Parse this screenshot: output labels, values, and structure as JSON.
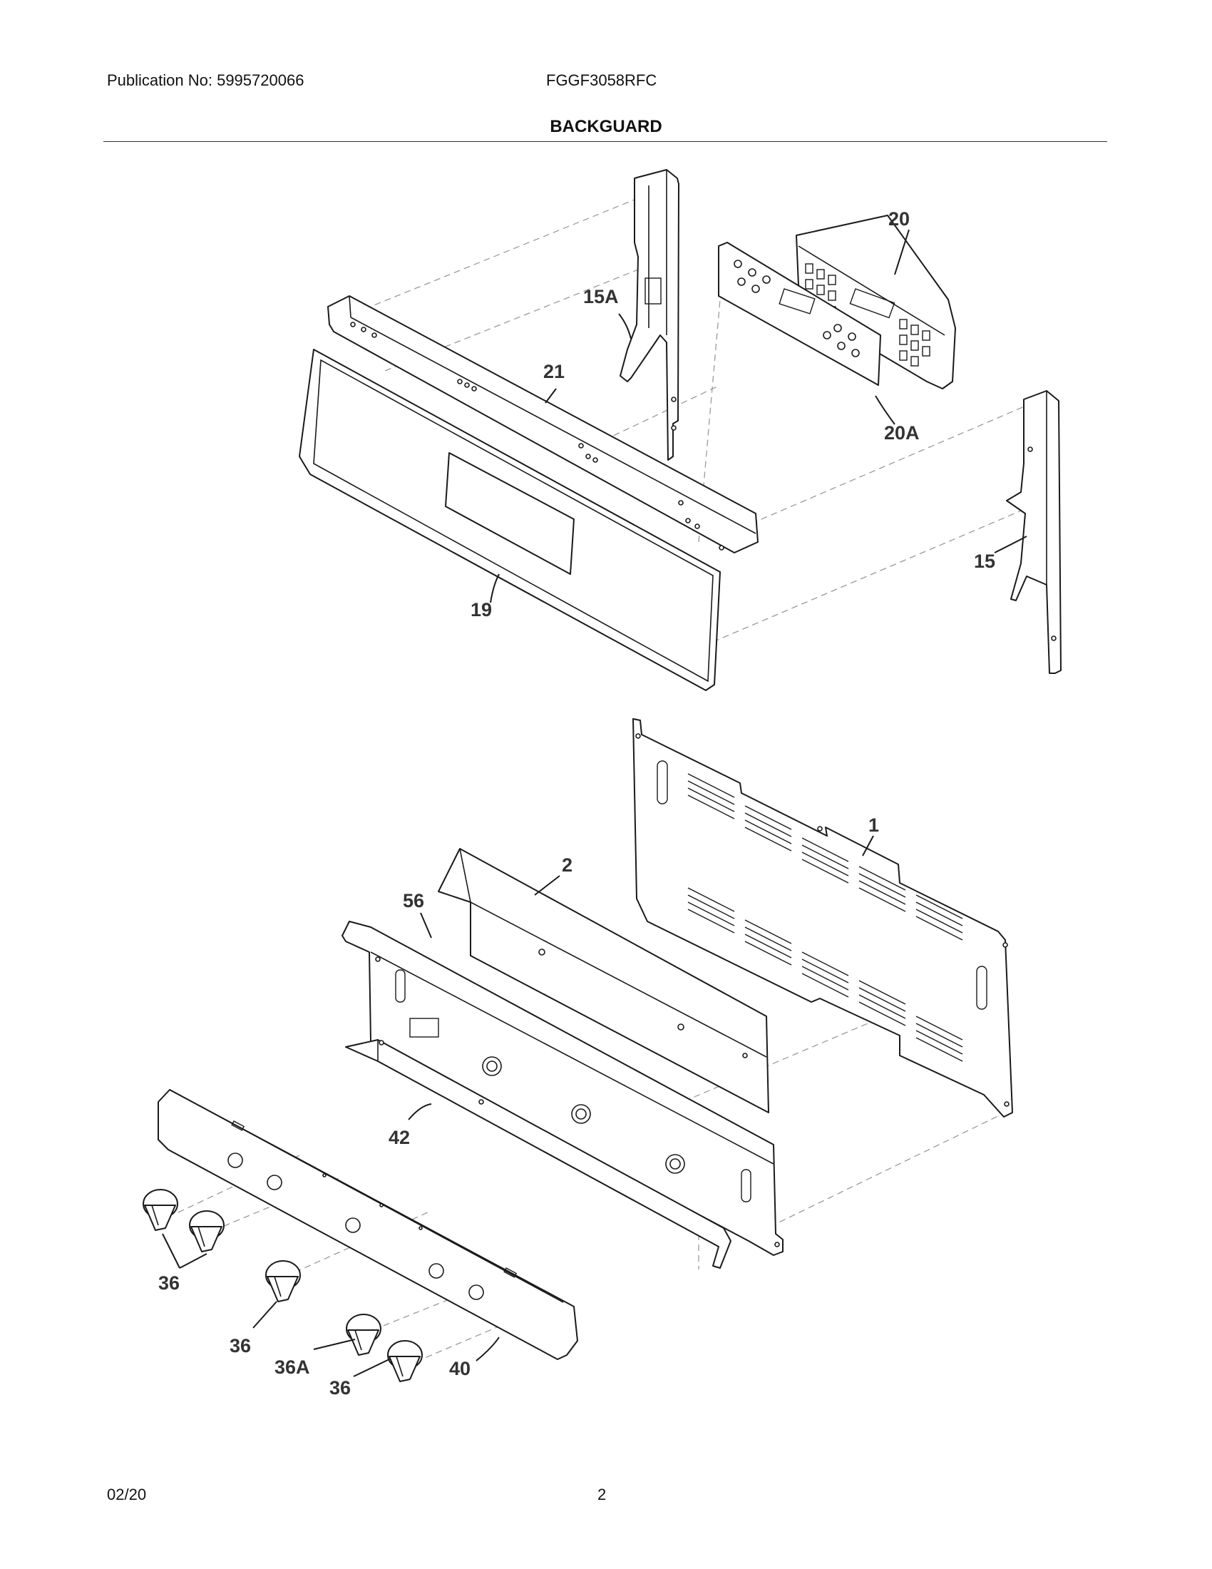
{
  "header": {
    "publication": "Publication No: 5995720066",
    "model": "FGGF3058RFC",
    "title": "BACKGUARD"
  },
  "footer": {
    "date": "02/20",
    "page": "2"
  },
  "callouts": {
    "c20": "20",
    "c15A": "15A",
    "c21": "21",
    "c20A": "20A",
    "c15": "15",
    "c19": "19",
    "c1": "1",
    "c2": "2",
    "c56": "56",
    "c42": "42",
    "c36a": "36",
    "c36b": "36",
    "c36A": "36A",
    "c36c": "36",
    "c40": "40"
  }
}
